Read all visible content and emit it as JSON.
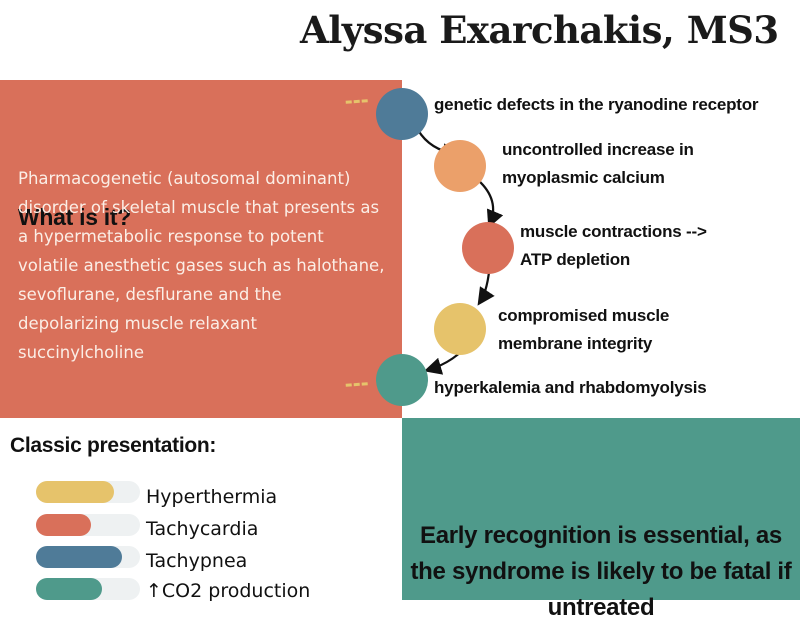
{
  "header": {
    "title": "Alyssa Exarchakis, MS3"
  },
  "what": {
    "heading": "What is it?",
    "body": "Pharmacogenetic (autosomal dominant) disorder of skeletal muscle that presents as a hypermetabolic response to potent volatile anesthetic gases such as halothane, sevoflurane, desflurane and the depolarizing muscle relaxant succinylcholine"
  },
  "flow": {
    "steps": [
      {
        "label": "genetic defects in the ryanodine receptor",
        "color": "#4f7b98"
      },
      {
        "label": "uncontrolled increase in\nmyoplasmic calcium",
        "color": "#eba06a"
      },
      {
        "label": "muscle contractions -->\nATP depletion",
        "color": "#d9705a"
      },
      {
        "label": "compromised muscle\nmembrane integrity",
        "color": "#e6c36b"
      },
      {
        "label": "hyperkalemia and rhabdomyolysis",
        "color": "#4f9a8b"
      }
    ]
  },
  "classic": {
    "heading": "Classic presentation:",
    "items": [
      {
        "label": "Hyperthermia",
        "color": "#e6c36b",
        "fill": 0.75
      },
      {
        "label": "Tachycardia",
        "color": "#d9705a",
        "fill": 0.53
      },
      {
        "label": "Tachypnea",
        "color": "#4f7b98",
        "fill": 0.83
      },
      {
        "label": "↑CO2 production",
        "color": "#4f9a8b",
        "fill": 0.63
      }
    ]
  },
  "callout": {
    "text": "Early recognition is essential, as the syndrome is likely to be fatal if untreated"
  }
}
